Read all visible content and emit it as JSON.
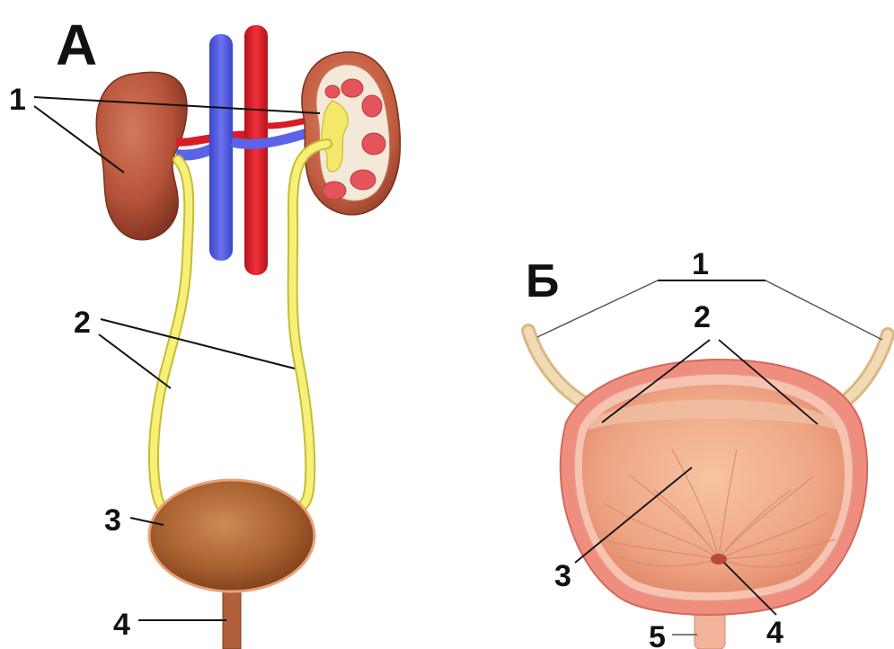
{
  "panel_a": {
    "title": "А",
    "labels": {
      "l1": "1",
      "l2": "2",
      "l3": "3",
      "l4": "4"
    }
  },
  "panel_b": {
    "title": "Б",
    "labels": {
      "l1": "1",
      "l2": "2",
      "l3": "3",
      "l4": "4",
      "l5": "5"
    }
  },
  "colors": {
    "kidney": "#b5533a",
    "kidney_dark": "#8a3824",
    "vein": "#5b63e8",
    "artery": "#e01b24",
    "ureter": "#f2ec6e",
    "ureter_edge": "#c7bd2e",
    "bladder": "#b06a3c",
    "bladder_wall": "#f08f80",
    "bladder_inner": "#f3b08f",
    "ligament": "#ecd0a6"
  }
}
